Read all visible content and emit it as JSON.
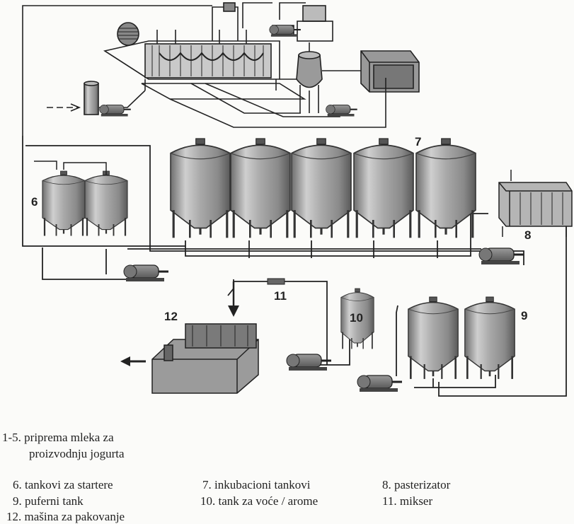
{
  "labels": {
    "n6": "6",
    "n7": "7",
    "n8": "8",
    "n9": "9",
    "n10": "10",
    "n11": "11",
    "n12": "12"
  },
  "legend": {
    "l1a": "1-5. priprema mleka za",
    "l1b": "proizvodnju jogurta",
    "l6": "6. tankovi za startere",
    "l7": "7. inkubacioni tankovi",
    "l8": "8. pasterizator",
    "l9": "9. puferni tank",
    "l10": "10. tank za voće / arome",
    "l11": "11. mikser",
    "l12": "12. mašina za pakovanje"
  }
}
